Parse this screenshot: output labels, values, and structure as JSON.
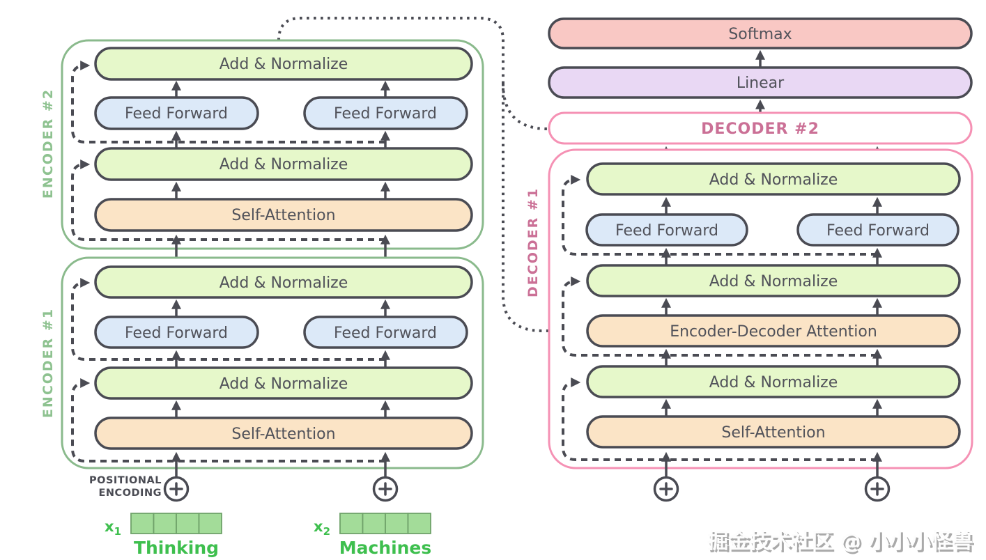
{
  "diagram_title": "Transformer encoder-decoder architecture",
  "colors": {
    "outline_dark": "#4a4b53",
    "add_normalize_fill": "#e6f8ca",
    "feed_forward_fill": "#dce9f8",
    "attention_fill": "#fbe4c6",
    "softmax_fill": "#f9c8c4",
    "linear_fill": "#e9d8f4",
    "encoder_box_stroke": "#8aba8c",
    "encoder_label_color": "#8ec290",
    "decoder_box_stroke": "#f591b4",
    "decoder_label_color": "#cb7096",
    "input_text_green": "#3ebf4e",
    "vector_fill": "#a3dc99",
    "vector_stroke": "#6fa26a"
  },
  "encoder2": {
    "label": "ENCODER #2",
    "add_normalize_top": "Add & Normalize",
    "feed_forward_left": "Feed Forward",
    "feed_forward_right": "Feed Forward",
    "add_normalize_mid": "Add & Normalize",
    "self_attention": "Self-Attention"
  },
  "encoder1": {
    "label": "ENCODER #1",
    "add_normalize_top": "Add & Normalize",
    "feed_forward_left": "Feed Forward",
    "feed_forward_right": "Feed Forward",
    "add_normalize_mid": "Add & Normalize",
    "self_attention": "Self-Attention"
  },
  "output_head": {
    "softmax": "Softmax",
    "linear": "Linear",
    "decoder2_label": "DECODER #2"
  },
  "decoder1": {
    "label": "DECODER #1",
    "add_normalize_top": "Add & Normalize",
    "feed_forward_left": "Feed Forward",
    "feed_forward_right": "Feed Forward",
    "add_normalize_mid": "Add & Normalize",
    "encoder_decoder_attention": "Encoder-Decoder Attention",
    "add_normalize_bottom": "Add & Normalize",
    "self_attention": "Self-Attention"
  },
  "inputs": {
    "positional_encoding_line1": "POSITIONAL",
    "positional_encoding_line2": "ENCODING",
    "x1_base": "x",
    "x1_sub": "1",
    "word1": "Thinking",
    "x2_base": "x",
    "x2_sub": "2",
    "word2": "Machines"
  },
  "watermark": "掘金技术社区 @ 小小小怪兽"
}
